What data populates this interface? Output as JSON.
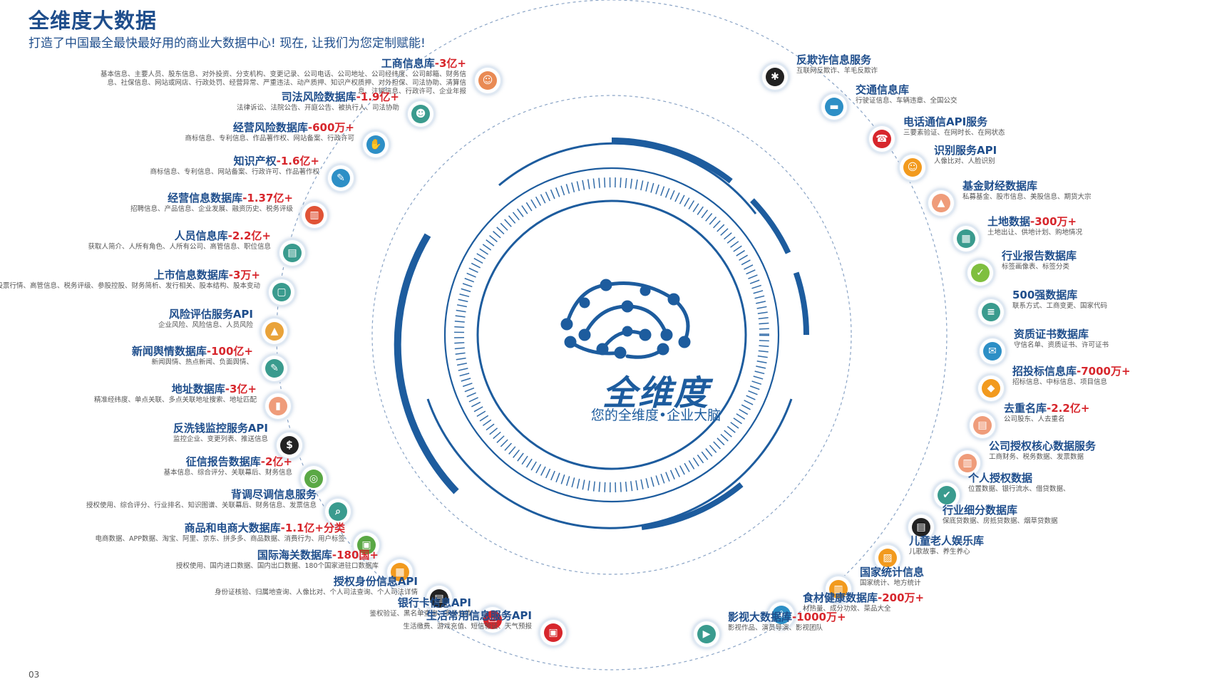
{
  "header": {
    "title": "全维度大数据",
    "subtitle": "打造了中国最全最快最好用的商业大数据中心! 现在, 让我们为您定制赋能!"
  },
  "page_number": "03",
  "center": {
    "brand": "全维度",
    "slogan": "您的全维度•企业大脑"
  },
  "colors": {
    "primary": "#1f4e8c",
    "highlight": "#d7262c",
    "ring": "#1d5c9e"
  },
  "left_items": [
    {
      "title": "工商信息库",
      "highlight": "-3亿+",
      "desc": "基本信息、主要人员、股东信息、对外投资、分支机构、变更记录、公司电话、公司地址、公司经纬度、公司邮箱、财务信息、社保信息、网站或网店、行政处罚、经营异常、严重违法、动产质押、知识产权质押、对外担保、司法协助、清算信息、注销信息、行政许可、企业年报",
      "icon": "group-icon"
    },
    {
      "title": "司法风险数据库",
      "highlight": "-1.9亿+",
      "desc": "法律诉讼、法院公告、开庭公告、被执行人、司法协助",
      "icon": "person-icon"
    },
    {
      "title": "经营风险数据库",
      "highlight": "-600万+",
      "desc": "商标信息、专利信息、作品著作权、网站备案、行政许可",
      "icon": "handshake-icon"
    },
    {
      "title": "知识产权",
      "highlight": "-1.6亿+",
      "desc": "商标信息、专利信息、网站备案、行政许可、作品著作权",
      "icon": "pen-icon"
    },
    {
      "title": "经营信息数据库",
      "highlight": "-1.37亿+",
      "desc": "招聘信息、产品信息、企业发展、融资历史、税务评级",
      "icon": "building-icon"
    },
    {
      "title": "人员信息库",
      "highlight": "-2.2亿+",
      "desc": "获取人简介、人所有角色、人所有公司、高管信息、职位信息",
      "icon": "id-card-icon"
    },
    {
      "title": "上市信息数据库",
      "highlight": "-3万+",
      "desc": "上市公告、股票行情、高管信息、税务评级、参股控股、财务简析、发行相关、股本结构、股本变动",
      "icon": "document-icon"
    },
    {
      "title": "风险评估服务API",
      "highlight": "",
      "desc": "企业风险、风险信息、人员风险",
      "icon": "chart-icon"
    },
    {
      "title": "新闻舆情数据库",
      "highlight": "-100亿+",
      "desc": "新闻舆情、热点新闻、负面舆情、",
      "icon": "edit-icon"
    },
    {
      "title": "地址数据库",
      "highlight": "-3亿+",
      "desc": "精准经纬度、单点关联、多点关联地址搜索、地址匹配",
      "icon": "bar-chart-icon"
    },
    {
      "title": "反洗钱监控服务API",
      "highlight": "",
      "desc": "监控企业、变更列表、推送信息",
      "icon": "money-icon"
    },
    {
      "title": "征信报告数据库",
      "highlight": "-2亿+",
      "desc": "基本信息、综合评分、关联幕后、财务信息",
      "icon": "globe-icon"
    },
    {
      "title": "背调尽调信息服务",
      "highlight": "",
      "desc": "授权使用、综合评分、行业排名、知识图谱、关联幕后、财务信息、发票信息",
      "icon": "search-icon"
    },
    {
      "title": "商品和电商大数据库",
      "highlight": "-1.1亿+分类",
      "desc": "电商数据、APP数据、淘宝、阿里、京东、拼多多、商品数据、消费行为、用户标签",
      "icon": "cart-icon"
    },
    {
      "title": "国际海关数据库",
      "highlight": "-180国+",
      "desc": "授权使用、国内进口数据、国内出口数据、180个国家进驻口数据库",
      "icon": "city-icon"
    },
    {
      "title": "授权身份信息API",
      "highlight": "",
      "desc": "身份证核验、归属地查询、人像比对、个人司法查询、个人司法详情",
      "icon": "id-icon"
    },
    {
      "title": "银行卡信息API",
      "highlight": "",
      "desc": "鉴权验证、黑名单查询、多头分值",
      "icon": "card-icon"
    },
    {
      "title": "生活常用信息服务API",
      "highlight": "",
      "desc": "生活缴费、游戏充值、短信验证、天气预报",
      "icon": "screen-icon"
    }
  ],
  "right_items": [
    {
      "title": "反欺诈信息服务",
      "highlight": "",
      "desc": "互联网反欺诈、羊毛反欺诈",
      "icon": "network-icon"
    },
    {
      "title": "交通信息库",
      "highlight": "",
      "desc": "行驶证信息、车辆违章、全国公交",
      "icon": "car-icon"
    },
    {
      "title": "电话通信API服务",
      "highlight": "",
      "desc": "三要素验证、在网时长、在网状态",
      "icon": "phone-icon"
    },
    {
      "title": "识别服务API",
      "highlight": "",
      "desc": "人像比对、人脸识别",
      "icon": "face-icon"
    },
    {
      "title": "基金财经数据库",
      "highlight": "",
      "desc": "私募基金、股市信息、美股信息、期货大宗",
      "icon": "stock-icon"
    },
    {
      "title": "土地数据",
      "highlight": "-300万+",
      "desc": "土地出让、供地计划、购地情况",
      "icon": "land-icon"
    },
    {
      "title": "行业报告数据库",
      "highlight": "",
      "desc": "标签画像表、标签分类",
      "icon": "report-icon"
    },
    {
      "title": "500强数据库",
      "highlight": "",
      "desc": "联系方式、工商变更、国家代码",
      "icon": "list-icon"
    },
    {
      "title": "资质证书数据库",
      "highlight": "",
      "desc": "守信名单、资质证书、许可证书",
      "icon": "certificate-icon"
    },
    {
      "title": "招投标信息库",
      "highlight": "-7000万+",
      "desc": "招标信息、中标信息、项目信息",
      "icon": "bid-icon"
    },
    {
      "title": "去重名库",
      "highlight": "-2.2亿+",
      "desc": "公司股东、人去重名",
      "icon": "doc-icon"
    },
    {
      "title": "公司授权核心数据服务",
      "highlight": "",
      "desc": "工商财务、税务数据、发票数据",
      "icon": "folder-icon"
    },
    {
      "title": "个人授权数据",
      "highlight": "",
      "desc": "位置数据、银行流水、借贷数据、",
      "icon": "user-check-icon"
    },
    {
      "title": "行业细分数据库",
      "highlight": "",
      "desc": "保底贷数据、房抵贷数据、烟草贷数据",
      "icon": "dashboard-icon"
    },
    {
      "title": "儿童老人娱乐库",
      "highlight": "",
      "desc": "儿歌故事、养生养心",
      "icon": "photo-icon"
    },
    {
      "title": "国家统计信息",
      "highlight": "",
      "desc": "国家统计、地方统计",
      "icon": "stats-icon"
    },
    {
      "title": "食材健康数据库",
      "highlight": "-200万+",
      "desc": "材热量、成分功效、菜品大全",
      "icon": "food-icon"
    },
    {
      "title": "影视大数据库",
      "highlight": "-1000万+",
      "desc": "影视作品、演员导演、影视团队",
      "icon": "film-icon"
    }
  ]
}
